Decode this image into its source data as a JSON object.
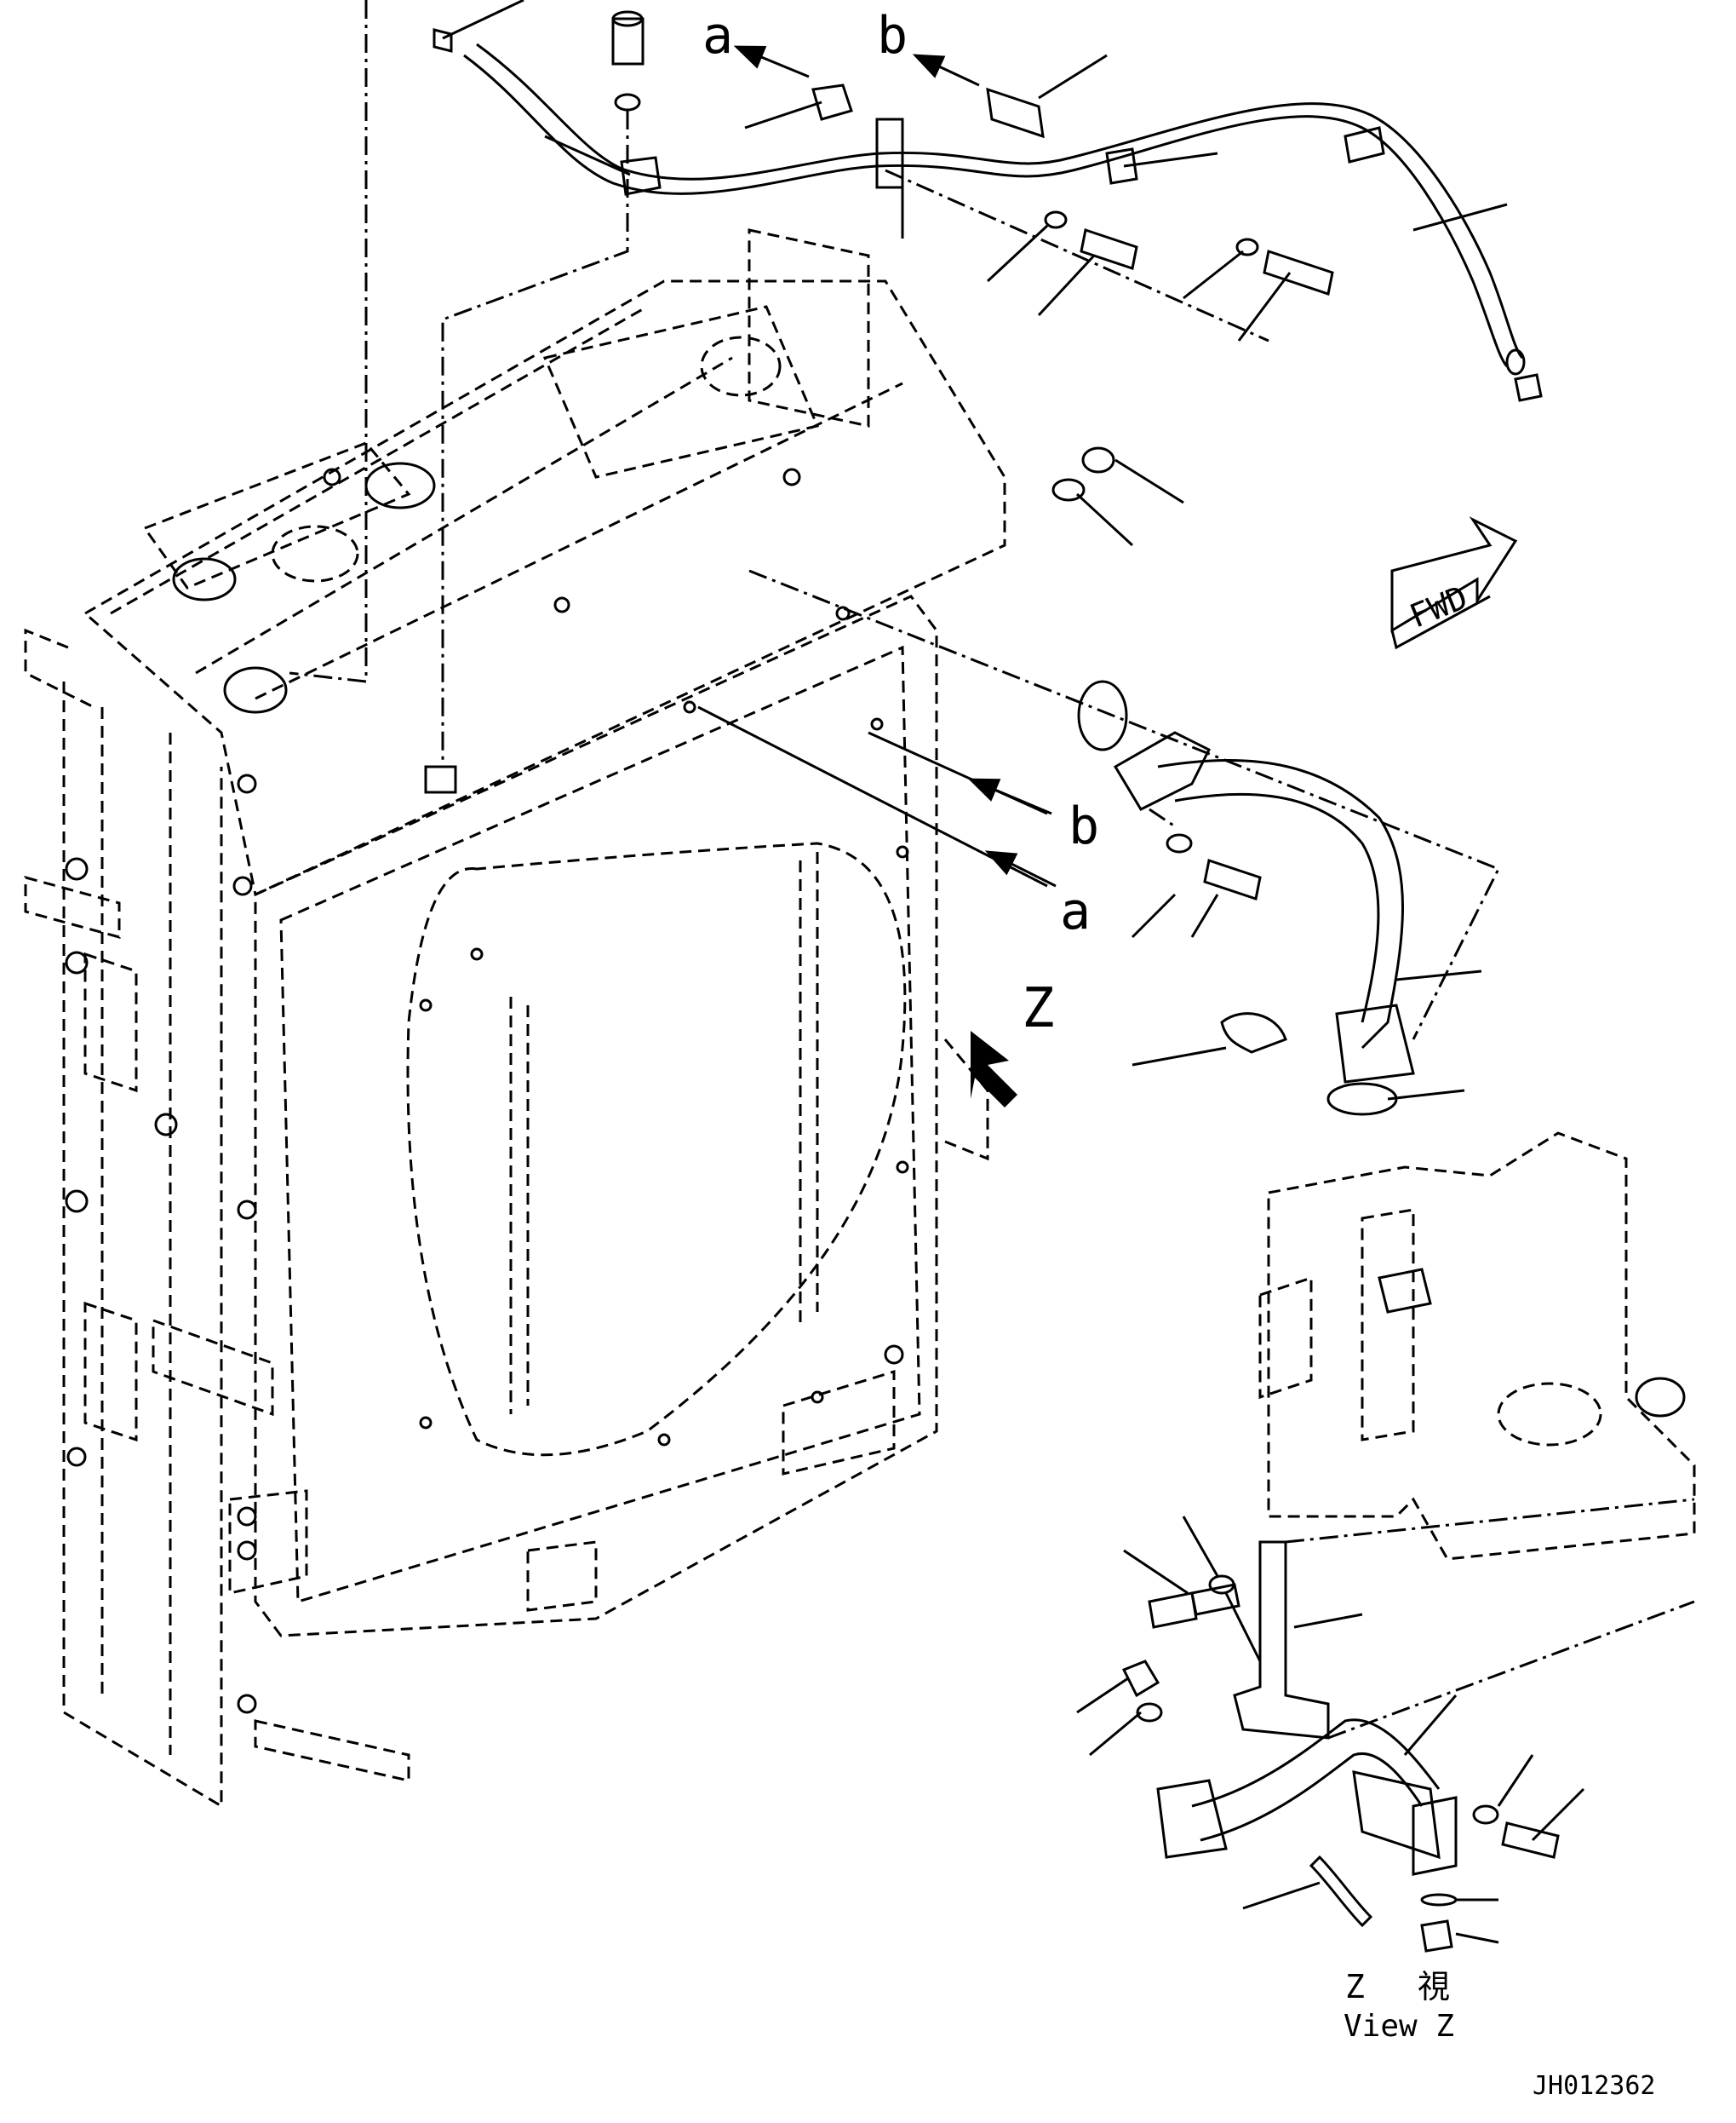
{
  "labels": {
    "ref_a_top": "a",
    "ref_b_top": "b",
    "ref_a_side": "a",
    "ref_b_side": "b",
    "view_marker": "Z",
    "fwd": "FWD",
    "view_z_letter": "Z",
    "view_z_kanji": "視",
    "view_z_english": "View Z",
    "drawing_code": "JH012362"
  },
  "colors": {
    "line": "#000000",
    "background": "#ffffff"
  }
}
